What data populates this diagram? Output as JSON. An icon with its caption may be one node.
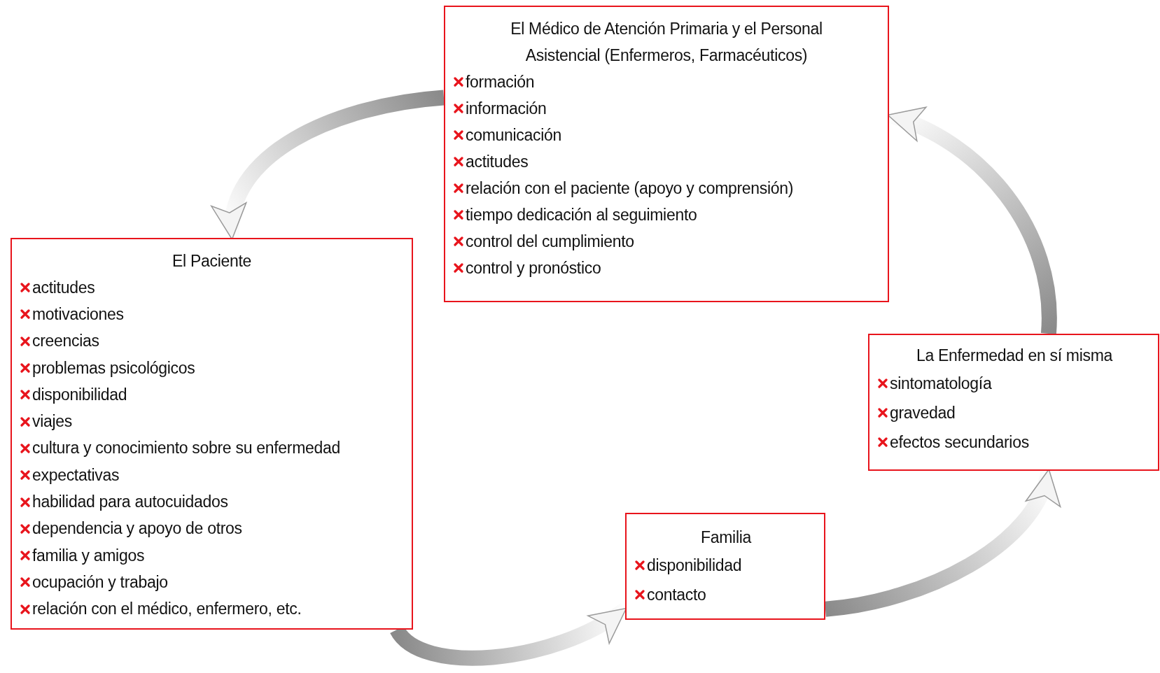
{
  "diagram": {
    "nodes": [
      {
        "text": [
          "El Médico de Atención Primaria y el Personal Asistencial (Enfermeros, Farmacéuticos)",
          "formación",
          "información",
          "comunicación",
          "actitudes",
          "relación con el paciente (apoyo y comprensión)",
          "tiempo dedicación al seguimiento",
          "control del cumplimiento",
          "control y pronóstico"
        ]
      },
      {
        "text": [
          "El Paciente",
          "actitudes",
          "motivaciones",
          "creencias",
          "problemas psicológicos",
          "disponibilidad",
          "viajes",
          "cultura y conocimiento sobre su enfermedad",
          "expectativas",
          "habilidad para autocuidados",
          "dependencia y apoyo de otros",
          "familia y amigos",
          "ocupación y trabajo",
          "relación con el médico, enfermero, etc."
        ]
      },
      {
        "text": [
          "La Enfermedad en sí misma",
          "sintomatología",
          "gravedad",
          "efectos secundarios"
        ]
      },
      {
        "text": [
          "Familia",
          "disponibilidad",
          "contacto"
        ]
      }
    ],
    "edges": [
      {
        "from": 0,
        "to": 1,
        "arrow": "to"
      },
      {
        "from": 1,
        "to": 3,
        "arrow": "to"
      },
      {
        "from": 3,
        "to": 2,
        "arrow": "to"
      },
      {
        "from": 2,
        "to": 0,
        "arrow": "to"
      }
    ]
  }
}
